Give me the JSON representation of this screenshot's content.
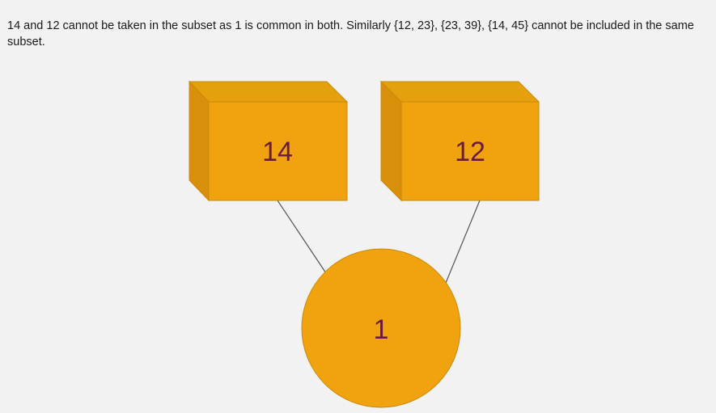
{
  "caption": "14 and 12 cannot be taken in the subset as 1 is common in both. Similarly {12, 23}, {23, 39}, {14, 45} cannot be included in the same subset.",
  "diagram": {
    "boxes": [
      {
        "label": "14"
      },
      {
        "label": "12"
      }
    ],
    "node": {
      "label": "1"
    },
    "colors": {
      "box_front": "#f0a30f",
      "box_top": "#e5a00d",
      "box_side": "#d88f0a",
      "box_stroke": "#c98a0a",
      "node_fill": "#f0a30f",
      "label_text": "#6a1b3a",
      "edge": "#555555"
    }
  }
}
